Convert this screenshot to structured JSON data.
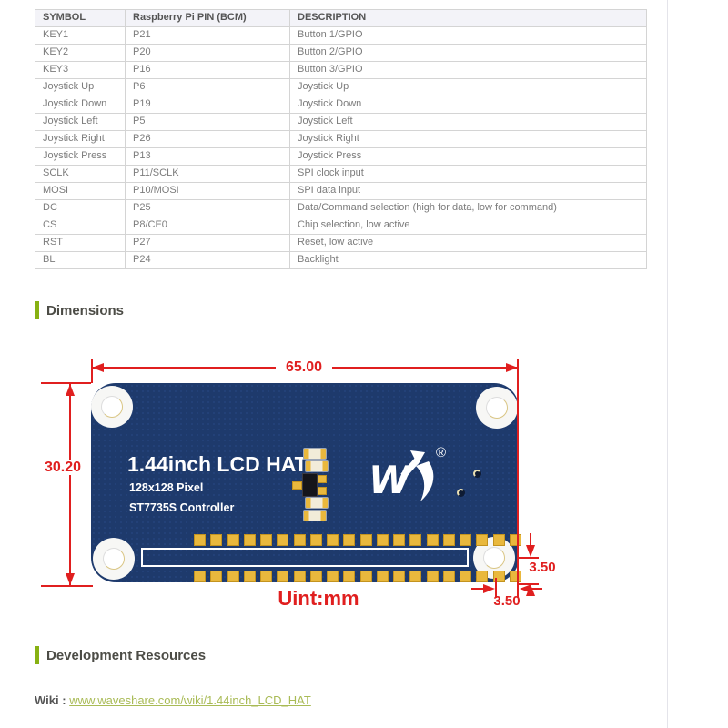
{
  "pin_table": {
    "headers": [
      "SYMBOL",
      "Raspberry Pi PIN (BCM)",
      "DESCRIPTION"
    ],
    "rows": [
      [
        "KEY1",
        "P21",
        "Button 1/GPIO"
      ],
      [
        "KEY2",
        "P20",
        "Button 2/GPIO"
      ],
      [
        "KEY3",
        "P16",
        "Button 3/GPIO"
      ],
      [
        "Joystick Up",
        "P6",
        "Joystick Up"
      ],
      [
        "Joystick Down",
        "P19",
        "Joystick Down"
      ],
      [
        "Joystick Left",
        "P5",
        "Joystick Left"
      ],
      [
        "Joystick Right",
        "P26",
        "Joystick Right"
      ],
      [
        "Joystick Press",
        "P13",
        "Joystick Press"
      ],
      [
        "SCLK",
        "P11/SCLK",
        "SPI clock input"
      ],
      [
        "MOSI",
        "P10/MOSI",
        "SPI data input"
      ],
      [
        "DC",
        "P25",
        "Data/Command selection (high for data, low for command)"
      ],
      [
        "CS",
        "P8/CE0",
        "Chip selection, low active"
      ],
      [
        "RST",
        "P27",
        "Reset, low active"
      ],
      [
        "BL",
        "P24",
        "Backlight"
      ]
    ]
  },
  "sections": {
    "dimensions_title": "Dimensions",
    "development_title": "Development Resources"
  },
  "diagram": {
    "width_label": "65.00",
    "height_label": "30.20",
    "hole_offset_vertical_label": "3.50",
    "hole_offset_horizontal_label": "3.50",
    "unit_label": "Uint:mm",
    "board_title": "1.44inch LCD HAT",
    "board_line2": "128x128 Pixel",
    "board_line3": "ST7735S Controller",
    "logo_registered_mark": "®",
    "colors": {
      "board_blue": "#1e3a6c",
      "pad_gold": "#e9b83d",
      "dimension_red": "#e01f1f",
      "section_bar_green": "#87b112"
    }
  },
  "wiki": {
    "label": "Wiki :",
    "url_text": "www.waveshare.com/wiki/1.44inch_LCD_HAT"
  }
}
